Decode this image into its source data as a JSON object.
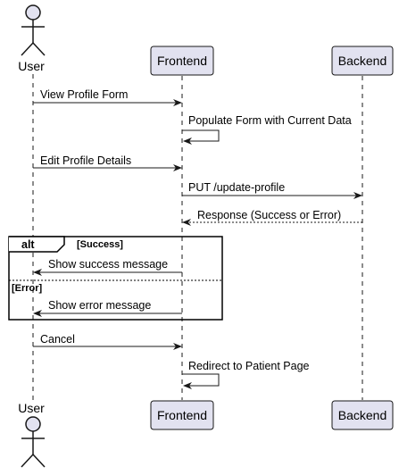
{
  "participants": [
    {
      "id": "user",
      "name": "User",
      "type": "actor"
    },
    {
      "id": "frontend",
      "name": "Frontend",
      "type": "box"
    },
    {
      "id": "backend",
      "name": "Backend",
      "type": "box"
    }
  ],
  "messages": [
    {
      "from": "user",
      "to": "frontend",
      "text": "View Profile Form"
    },
    {
      "from": "frontend",
      "to": "frontend",
      "text": "Populate Form with Current Data"
    },
    {
      "from": "user",
      "to": "frontend",
      "text": "Edit Profile Details"
    },
    {
      "from": "frontend",
      "to": "backend",
      "text": "PUT /update-profile"
    },
    {
      "from": "backend",
      "to": "frontend",
      "text": "Response (Success or Error)"
    },
    {
      "from": "frontend",
      "to": "user",
      "text": "Show success message"
    },
    {
      "from": "frontend",
      "to": "user",
      "text": "Show error message"
    },
    {
      "from": "user",
      "to": "frontend",
      "text": "Cancel"
    },
    {
      "from": "frontend",
      "to": "frontend",
      "text": "Redirect to Patient Page"
    }
  ],
  "fragment": {
    "keyword": "alt",
    "guards": [
      "[Success]",
      "[Error]"
    ]
  },
  "colors": {
    "participant_fill": "#e2e2f0",
    "participant_stroke": "#181818",
    "line": "#181818",
    "lifeline": "#181818"
  }
}
